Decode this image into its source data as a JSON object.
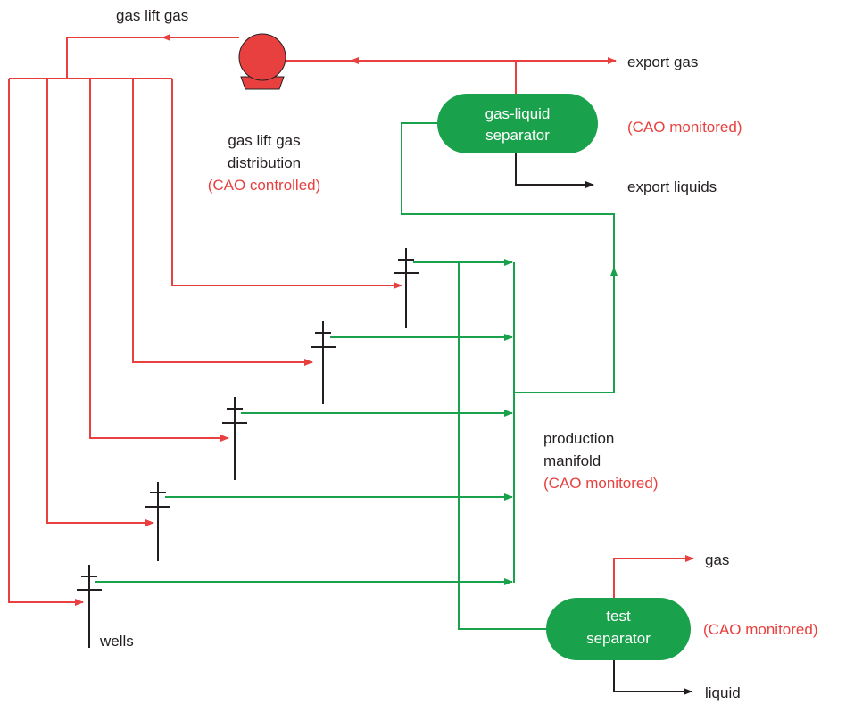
{
  "colors": {
    "gas_lift": "#e8403e",
    "production": "#1aa14b",
    "liquid": "#231f20",
    "label_highlight": "#e8403e"
  },
  "labels": {
    "gas_lift_gas": "gas lift gas",
    "export_gas": "export gas",
    "export_liquids": "export liquids",
    "distribution_line1": "gas lift gas",
    "distribution_line2": "distribution",
    "distribution_status": "(CAO controlled)",
    "gl_separator_line1": "gas-liquid",
    "gl_separator_line2": "separator",
    "gl_separator_status": "(CAO monitored)",
    "manifold_line1": "production",
    "manifold_line2": "manifold",
    "manifold_status": "(CAO monitored)",
    "test_sep_line1": "test",
    "test_sep_line2": "separator",
    "test_sep_status": "(CAO monitored)",
    "test_gas": "gas",
    "test_liquid": "liquid",
    "wells": "wells"
  },
  "icons": {
    "compressor": "compressor-icon",
    "wellhead": "wellhead-icon"
  }
}
